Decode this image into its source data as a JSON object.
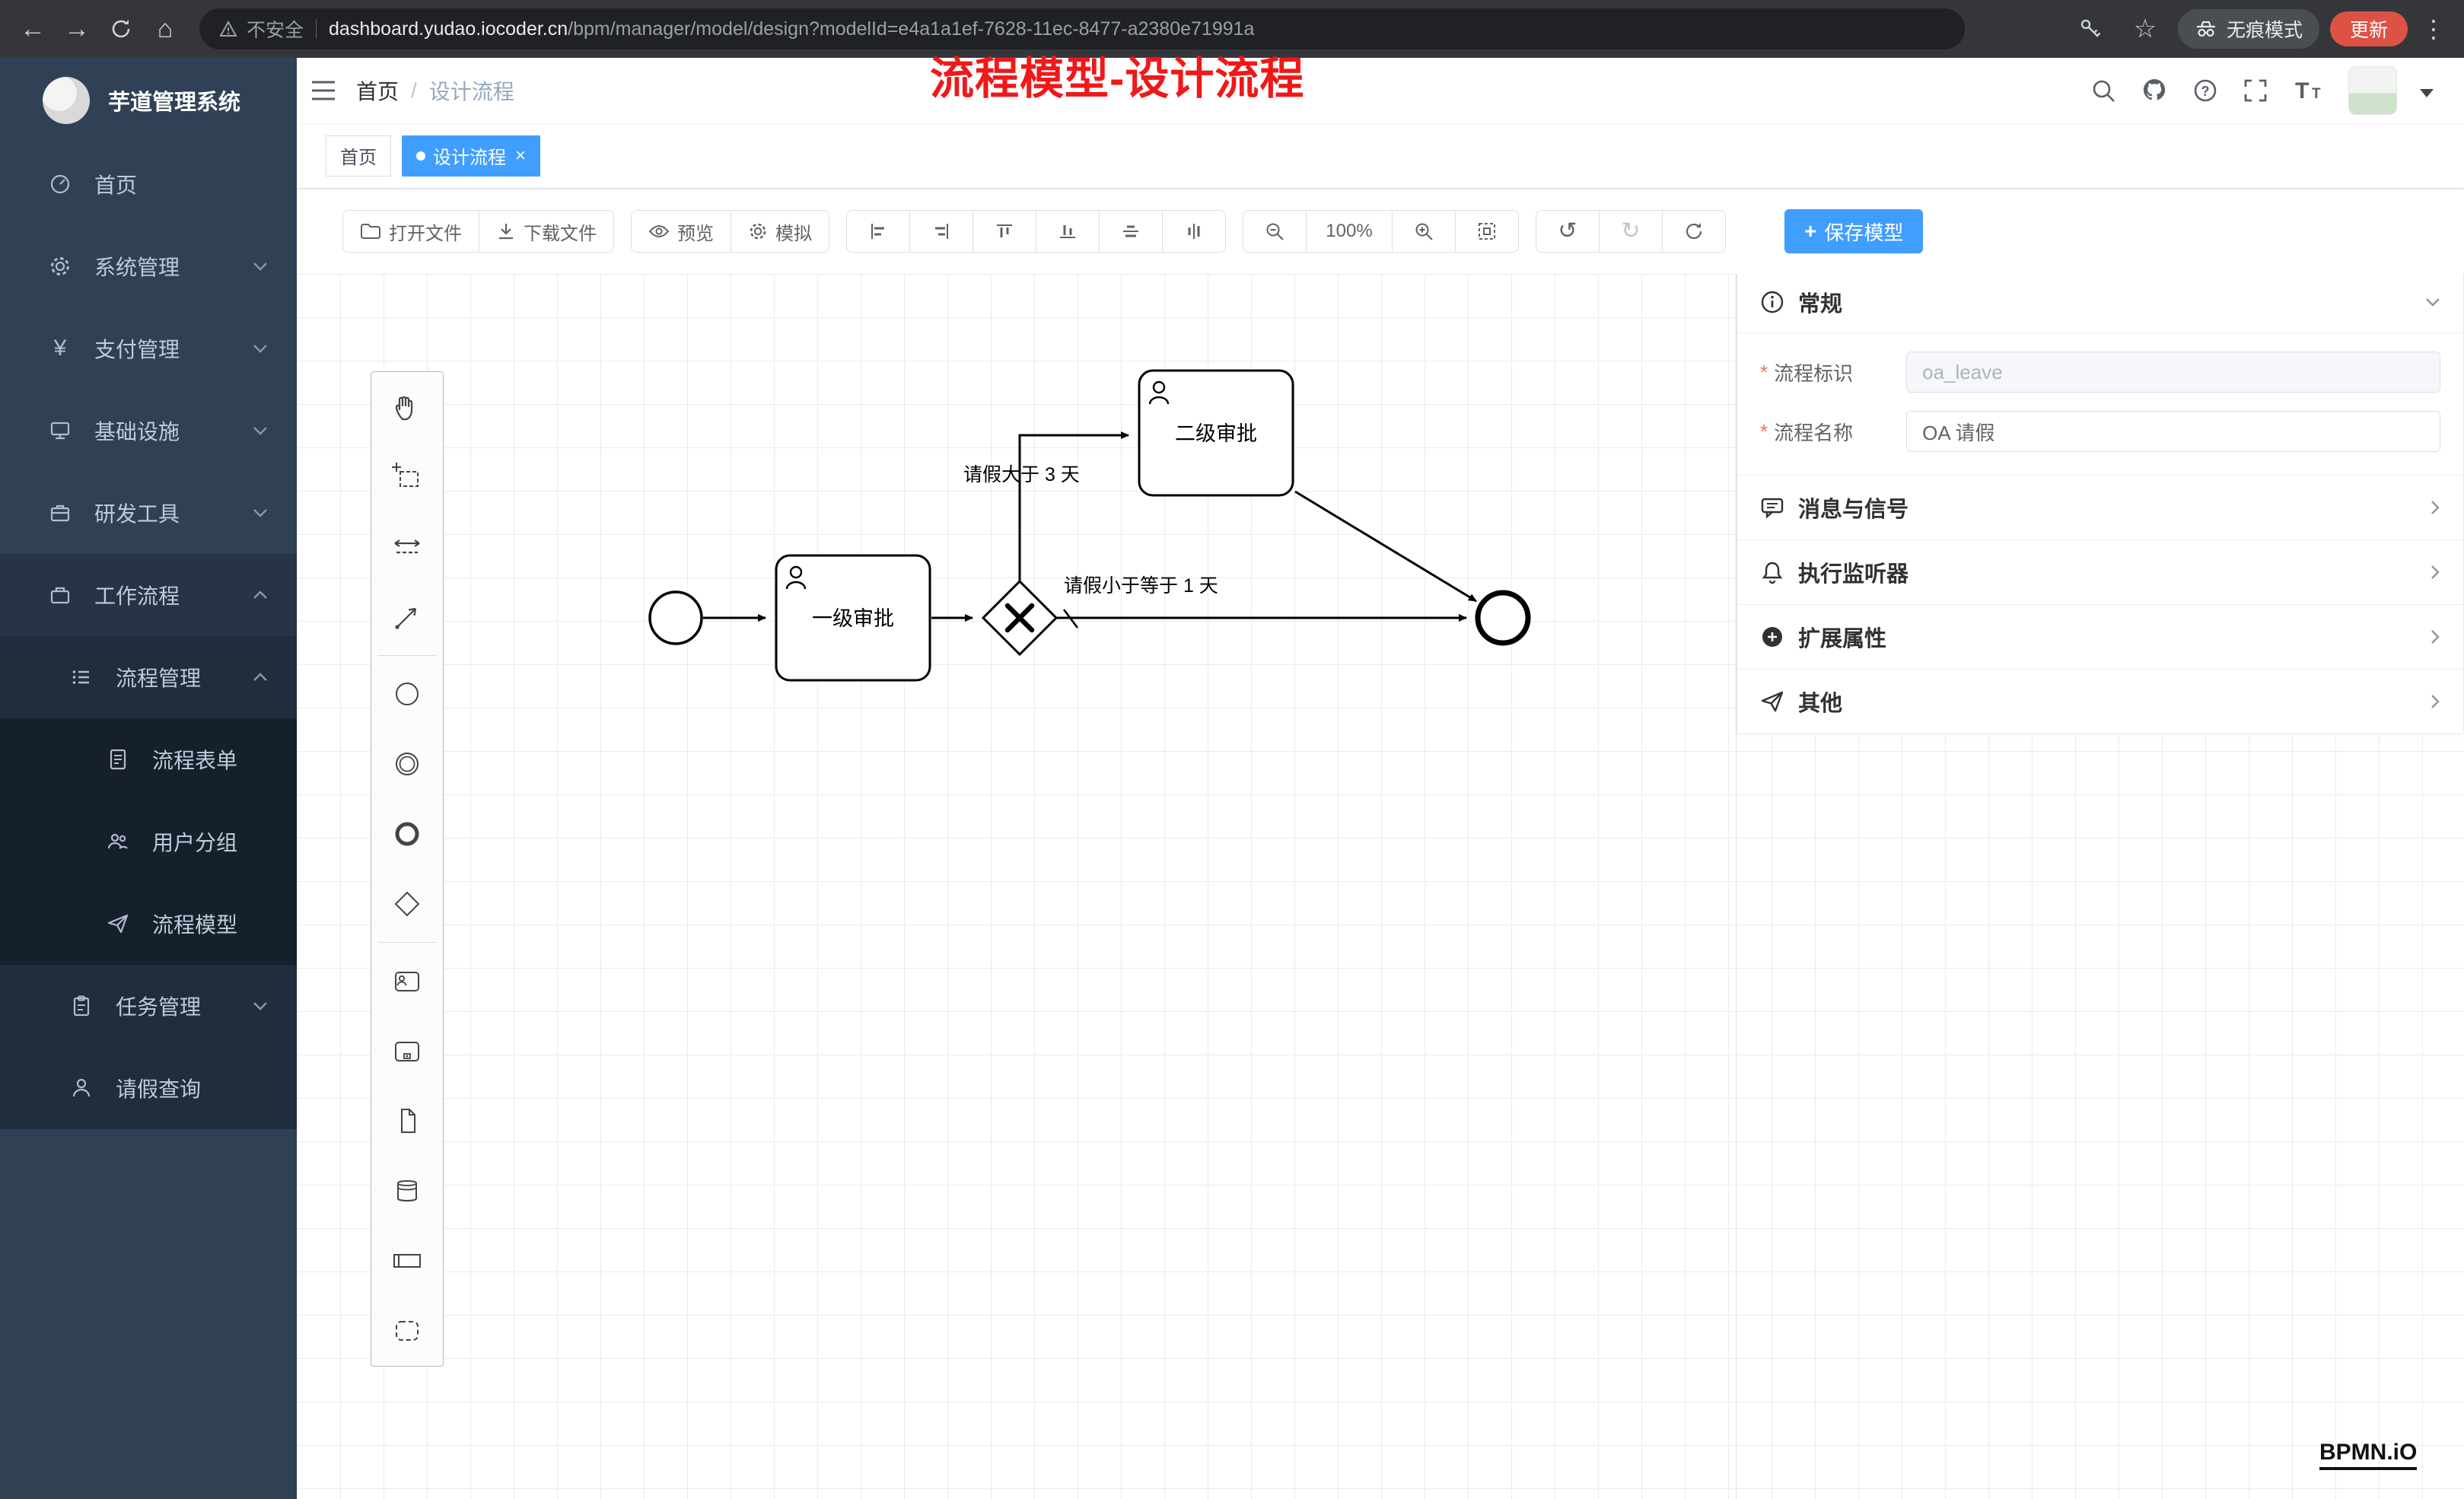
{
  "colors": {
    "accent": "#409eff",
    "danger": "#f56c6c",
    "sidebar_bg": "#304156",
    "sidebar_sub_bg": "#1f2d3d",
    "annotation_red": "#f01818",
    "update_badge_red": "#de5246"
  },
  "browser": {
    "security_label": "不安全",
    "url_host": "dashboard.yudao.iocoder.cn",
    "url_path": "/bpm/manager/model/design?modelId=e4a1a1ef-7628-11ec-8477-a2380e71991a",
    "incognito_label": "无痕模式",
    "update_label": "更新"
  },
  "sidebar": {
    "app_title": "芋道管理系统",
    "items": [
      {
        "label": "首页",
        "icon": "dashboard-icon"
      },
      {
        "label": "系统管理",
        "icon": "gear-icon"
      },
      {
        "label": "支付管理",
        "icon": "yen-icon"
      },
      {
        "label": "基础设施",
        "icon": "infra-icon"
      },
      {
        "label": "研发工具",
        "icon": "toolbox-icon"
      },
      {
        "label": "工作流程",
        "icon": "workflow-icon"
      },
      {
        "label": "流程管理",
        "icon": "process-list-icon"
      },
      {
        "label": "流程表单",
        "icon": "form-doc-icon"
      },
      {
        "label": "用户分组",
        "icon": "user-group-icon"
      },
      {
        "label": "流程模型",
        "icon": "paper-plane-icon"
      },
      {
        "label": "任务管理",
        "icon": "clipboard-icon"
      },
      {
        "label": "请假查询",
        "icon": "person-icon"
      }
    ]
  },
  "header": {
    "breadcrumb_home": "首页",
    "breadcrumb_sep": "/",
    "breadcrumb_current": "设计流程"
  },
  "annotation": {
    "text": "流程模型-设计流程"
  },
  "tabs": {
    "home": "首页",
    "current": "设计流程",
    "close_glyph": "×"
  },
  "toolbar": {
    "open": "打开文件",
    "download": "下载文件",
    "preview": "预览",
    "simulate": "模拟",
    "zoom_level": "100%",
    "save_plus": "+",
    "save": "保存模型"
  },
  "palette": {
    "items": [
      "hand-tool-icon",
      "lasso-tool-icon",
      "space-tool-icon",
      "global-connect-icon",
      "start-event-icon",
      "intermediate-event-icon",
      "end-event-icon",
      "gateway-icon",
      "user-task-icon",
      "subprocess-icon",
      "data-object-icon",
      "data-store-icon",
      "participant-icon",
      "group-icon"
    ]
  },
  "diagram": {
    "nodes": [
      {
        "id": "StartEvent",
        "type": "start-event",
        "label": ""
      },
      {
        "id": "Task_First",
        "type": "user-task",
        "label": "一级审批"
      },
      {
        "id": "Gateway",
        "type": "exclusive-gateway",
        "label": ""
      },
      {
        "id": "Task_Second",
        "type": "user-task",
        "label": "二级审批"
      },
      {
        "id": "EndEvent",
        "type": "end-event",
        "label": ""
      }
    ],
    "flows": [
      {
        "from": "StartEvent",
        "to": "Task_First",
        "label": ""
      },
      {
        "from": "Task_First",
        "to": "Gateway",
        "label": ""
      },
      {
        "from": "Gateway",
        "to": "Task_Second",
        "label": "请假大于 3 天"
      },
      {
        "from": "Gateway",
        "to": "EndEvent",
        "label": "请假小于等于 1 天",
        "default_flow": true
      },
      {
        "from": "Task_Second",
        "to": "EndEvent",
        "label": ""
      }
    ]
  },
  "panel": {
    "general_title": "常规",
    "required_mark": "*",
    "process_key_label": "流程标识",
    "process_key_value": "oa_leave",
    "process_name_label": "流程名称",
    "process_name_value": "OA 请假",
    "sections": [
      {
        "label": "消息与信号",
        "icon": "comment-icon"
      },
      {
        "label": "执行监听器",
        "icon": "bell-icon"
      },
      {
        "label": "扩展属性",
        "icon": "plus-circle-icon"
      },
      {
        "label": "其他",
        "icon": "send-icon"
      }
    ]
  },
  "watermark": {
    "label": "BPMN.iO"
  }
}
